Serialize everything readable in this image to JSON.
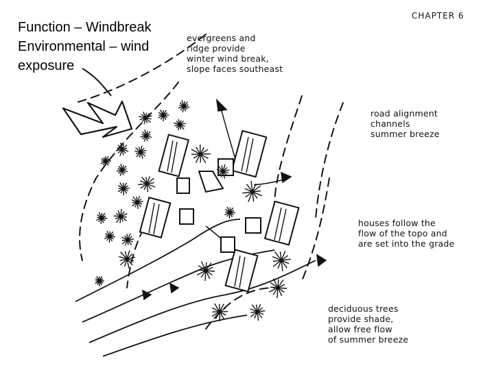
{
  "slide": {
    "lines": [
      "Function – Windbreak",
      "Environmental – wind",
      "exposure"
    ]
  },
  "chapter_label": "CHAPTER 6",
  "annotations": {
    "evergreens": [
      "evergreens and",
      "ridge provide",
      "winter wind break,",
      "slope faces southeast"
    ],
    "road": [
      "road alignment",
      "channels",
      "summer breeze"
    ],
    "houses": [
      "houses follow the",
      "flow of the topo and",
      "are set into the grade"
    ],
    "deciduous": [
      "deciduous trees",
      "provide shade,",
      "allow free flow",
      "of summer breeze"
    ]
  }
}
